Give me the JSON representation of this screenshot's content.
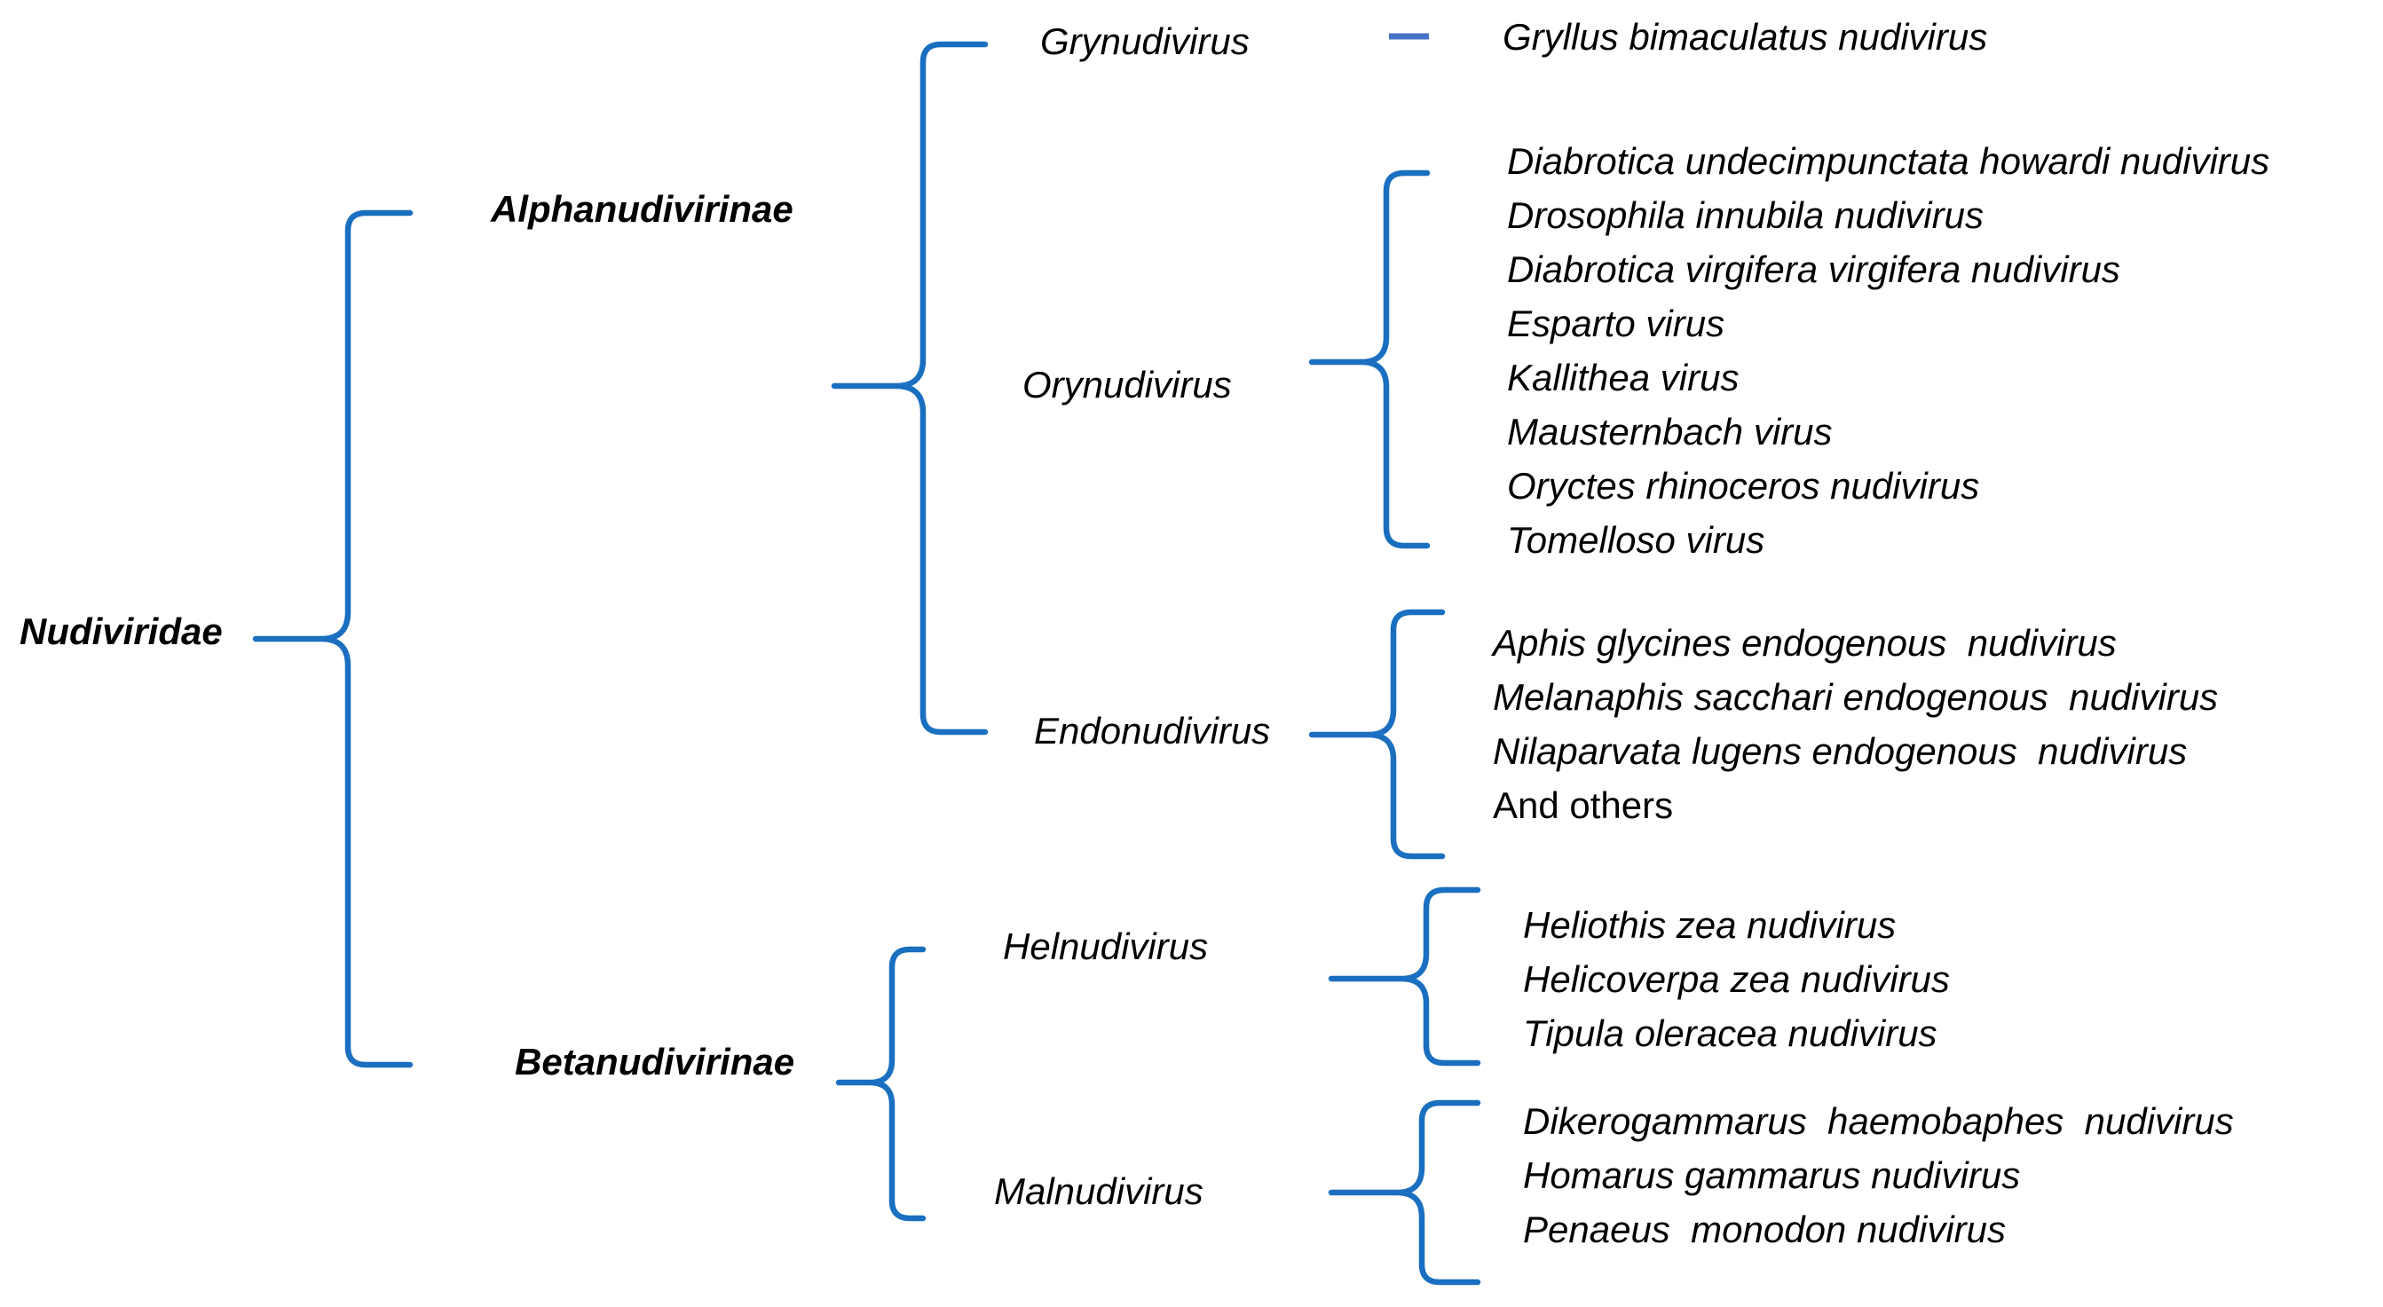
{
  "root": {
    "label": "Nudiviridae"
  },
  "subfamilies": [
    {
      "label": "Alphanudivirinae",
      "genera": [
        {
          "label": "Grynudivirus",
          "species": [
            "Gryllus bimaculatus nudivirus"
          ]
        },
        {
          "label": "Orynudivirus",
          "species": [
            "Diabrotica undecimpunctata howardi nudivirus",
            "Drosophila innubila nudivirus",
            "Diabrotica virgifera virgifera nudivirus",
            "Esparto virus",
            "Kallithea virus",
            "Mausternbach virus",
            "Oryctes rhinoceros nudivirus",
            "Tomelloso virus"
          ]
        },
        {
          "label": "Endonudivirus",
          "species": [
            "Aphis glycines endogenous  nudivirus",
            "Melanaphis sacchari endogenous  nudivirus",
            "Nilaparvata lugens endogenous  nudivirus",
            "And others"
          ]
        }
      ]
    },
    {
      "label": "Betanudivirinae",
      "genera": [
        {
          "label": "Helnudivirus",
          "species": [
            "Heliothis zea nudivirus",
            "Helicoverpa zea nudivirus",
            "Tipula oleracea nudivirus"
          ]
        },
        {
          "label": "Malnudivirus",
          "species": [
            "Dikerogammarus  haemobaphes  nudivirus",
            "Homarus gammarus nudivirus",
            "Penaeus  monodon nudivirus"
          ]
        }
      ]
    }
  ],
  "colors": {
    "brace": "#1a6fc0",
    "connector": "#4472c4",
    "text": "#000000"
  }
}
